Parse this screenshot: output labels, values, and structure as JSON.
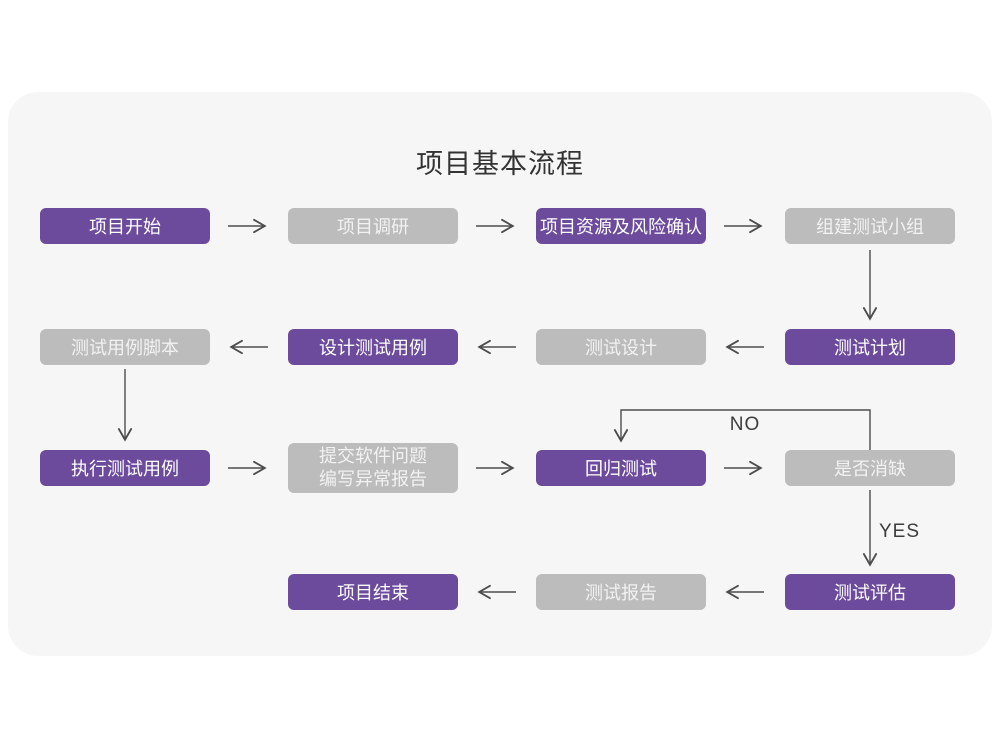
{
  "title": "项目基本流程",
  "nodes": {
    "start": "项目开始",
    "research": "项目调研",
    "risk_confirm": "项目资源及风险确认",
    "build_team": "组建测试小组",
    "test_plan": "测试计划",
    "test_design": "测试设计",
    "design_cases": "设计测试用例",
    "case_scripts": "测试用例脚本",
    "execute_cases": "执行测试用例",
    "submit_issues": "提交软件问题\n编写异常报告",
    "regression": "回归测试",
    "defect_cleared": "是否消缺",
    "evaluation": "测试评估",
    "test_report": "测试报告",
    "end": "项目结束"
  },
  "edge_labels": {
    "no": "NO",
    "yes": "YES"
  },
  "colors": {
    "primary_purple": "#6c4a9c",
    "secondary_gray": "#bcbcbc",
    "card_background": "#f6f6f6",
    "page_background": "#ffffff",
    "arrow": "#4d4d4d",
    "title_text": "#333333",
    "node_text": "#ffffff"
  }
}
